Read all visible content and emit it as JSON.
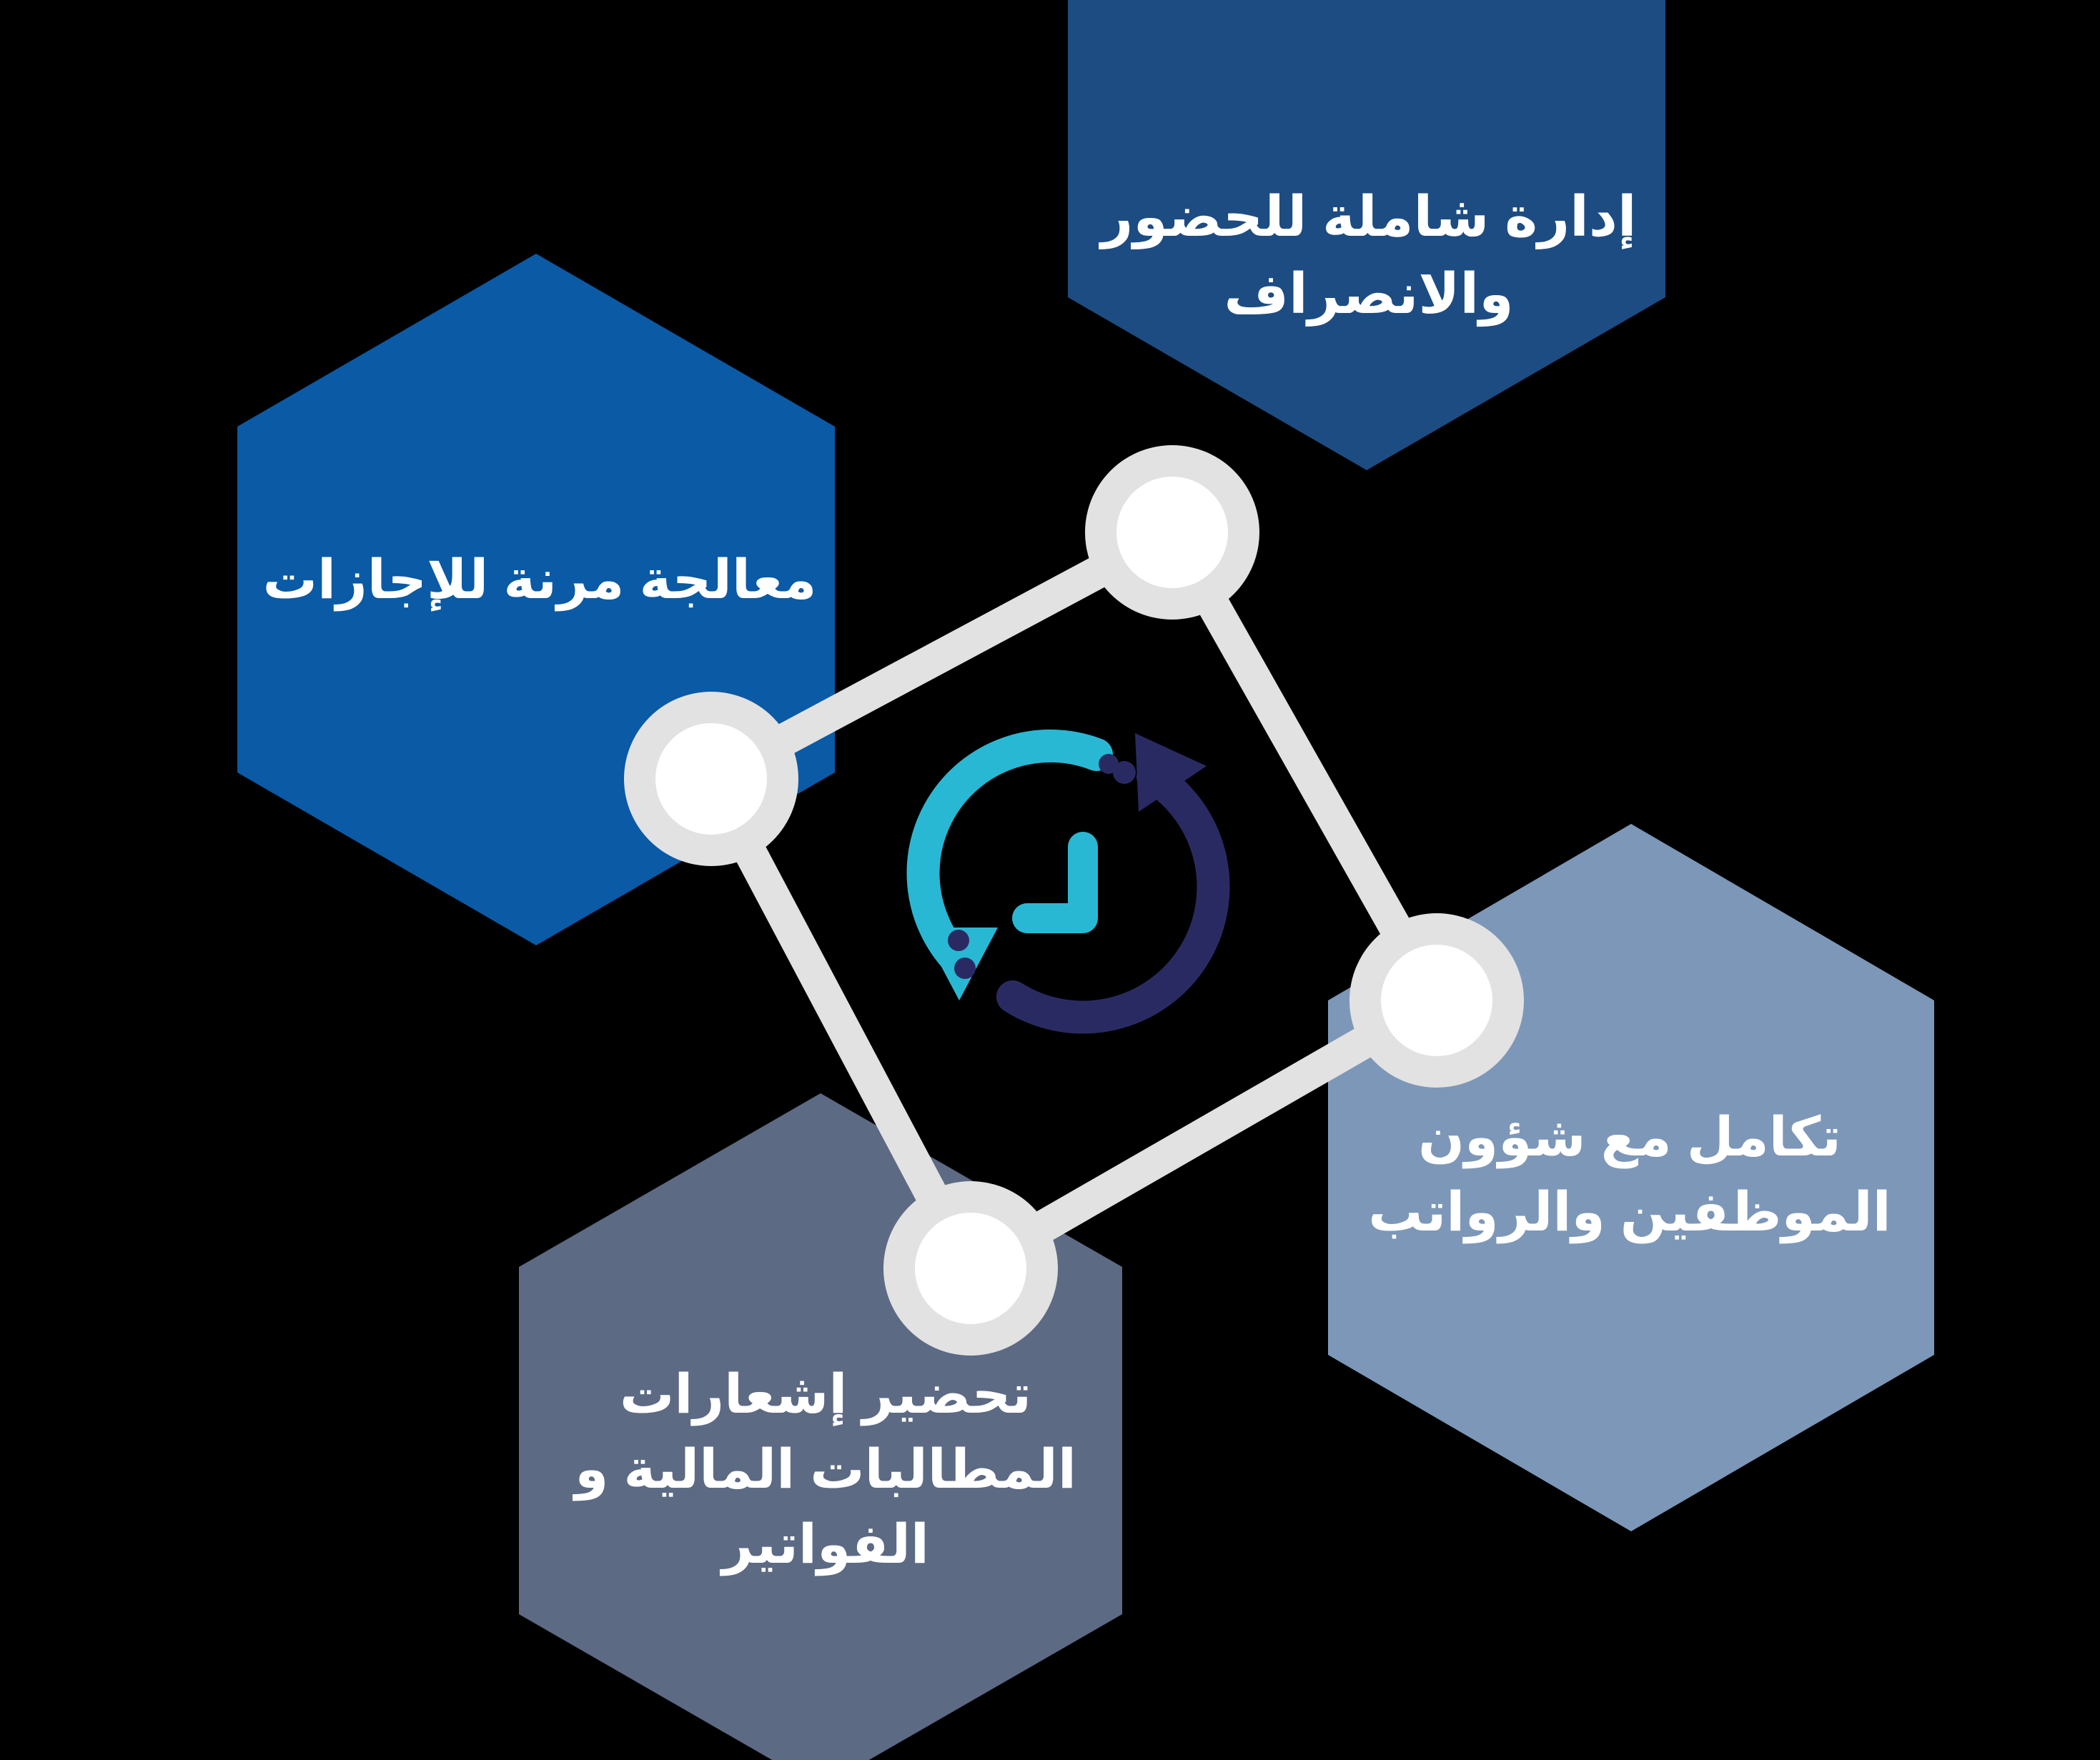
{
  "background_color": "#000000",
  "diagram": {
    "type": "hexagon-cluster-infographic",
    "language": "ar",
    "direction": "rtl",
    "center_icon": {
      "name": "clock-rotate-icon",
      "description": "circular time / attendance clock with two opposing rotation arrows",
      "cyan_color": "#29b8d4",
      "navy_color": "#2a2a63"
    },
    "connector": {
      "color": "#e2e2e2",
      "node_ring_color": "#e2e2e2",
      "node_fill_color": "#ffffff"
    },
    "nodes": [
      {
        "id": "top",
        "label": "إدارة شاملة للحضور\nوالانصراف",
        "color": "#1d4c82"
      },
      {
        "id": "left",
        "label": "معالجة مرنة للإجازات",
        "color": "#0a5aa5"
      },
      {
        "id": "right",
        "label": "تكامل مع شؤون\nالموظفين والرواتب",
        "color": "#7d97b8"
      },
      {
        "id": "bottom",
        "label": "تحضير إشعارات\nالمطالبات المالية و\nالفواتير",
        "color": "#5c6a84"
      }
    ]
  }
}
